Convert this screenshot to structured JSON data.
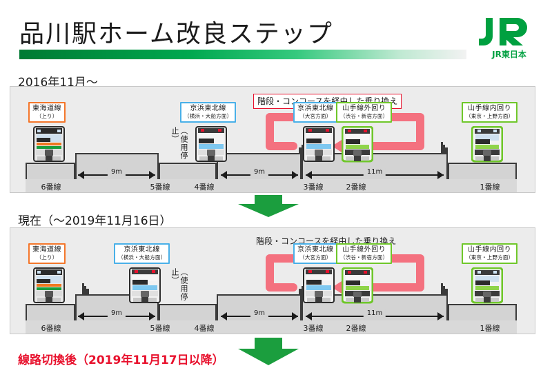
{
  "header": {
    "title": "品川駅ホーム改良ステップ",
    "logo_mark": "JR",
    "logo_sub": "JR東日本"
  },
  "sections": [
    {
      "caption": "2016年11月～"
    },
    {
      "caption": "現在（～2019年11月16日）"
    },
    {
      "caption": "線路切換後（2019年11月17日以降）"
    }
  ],
  "transfer_note": "階段・コンコースを経由した乗り換え",
  "out_of_service": "（使用停止）",
  "dimensions": {
    "d9": "9m",
    "d11": "11m"
  },
  "platforms": [
    {
      "id": "6",
      "label": "6番線"
    },
    {
      "id": "5",
      "label": "5番線"
    },
    {
      "id": "4",
      "label": "4番線"
    },
    {
      "id": "3",
      "label": "3番線"
    },
    {
      "id": "2",
      "label": "2番線"
    },
    {
      "id": "1",
      "label": "1番線"
    }
  ],
  "lines": {
    "tokaido": {
      "name": "東海道線",
      "dir": "（上り）",
      "color": "#f4762a",
      "livery": "tokaido"
    },
    "keihin_yokohama": {
      "name": "京浜東北線",
      "dir": "（横浜・大船方面）",
      "color": "#49b0e8",
      "livery": "keihin"
    },
    "keihin_omiya": {
      "name": "京浜東北線",
      "dir": "（大宮方面）",
      "color": "#49b0e8",
      "livery": "keihin"
    },
    "yamanote_outer": {
      "name": "山手線外回り",
      "dir": "（渋谷・新宿方面）",
      "color": "#6fc72a",
      "livery": "yamanote"
    },
    "yamanote_inner": {
      "name": "山手線内回り",
      "dir": "（東京・上野方面）",
      "color": "#6fc72a",
      "livery": "yamanote"
    }
  },
  "colors": {
    "brand_green": "#00a040",
    "accent_red": "#e8112d",
    "path_pink": "#f4717f",
    "arrow_green": "#1b9e3e",
    "panel_bg": "#ececec",
    "platform_gray": "#d3d3d3"
  },
  "panel1": {
    "trains": [
      "tokaido",
      "keihin_yokohama",
      "keihin_omiya",
      "yamanote_outer",
      "yamanote_inner"
    ],
    "out_of_service_track": "5"
  },
  "panel2": {
    "trains": [
      "tokaido",
      "keihin_yokohama",
      "keihin_omiya",
      "yamanote_outer",
      "yamanote_inner"
    ],
    "out_of_service_track": "4"
  }
}
